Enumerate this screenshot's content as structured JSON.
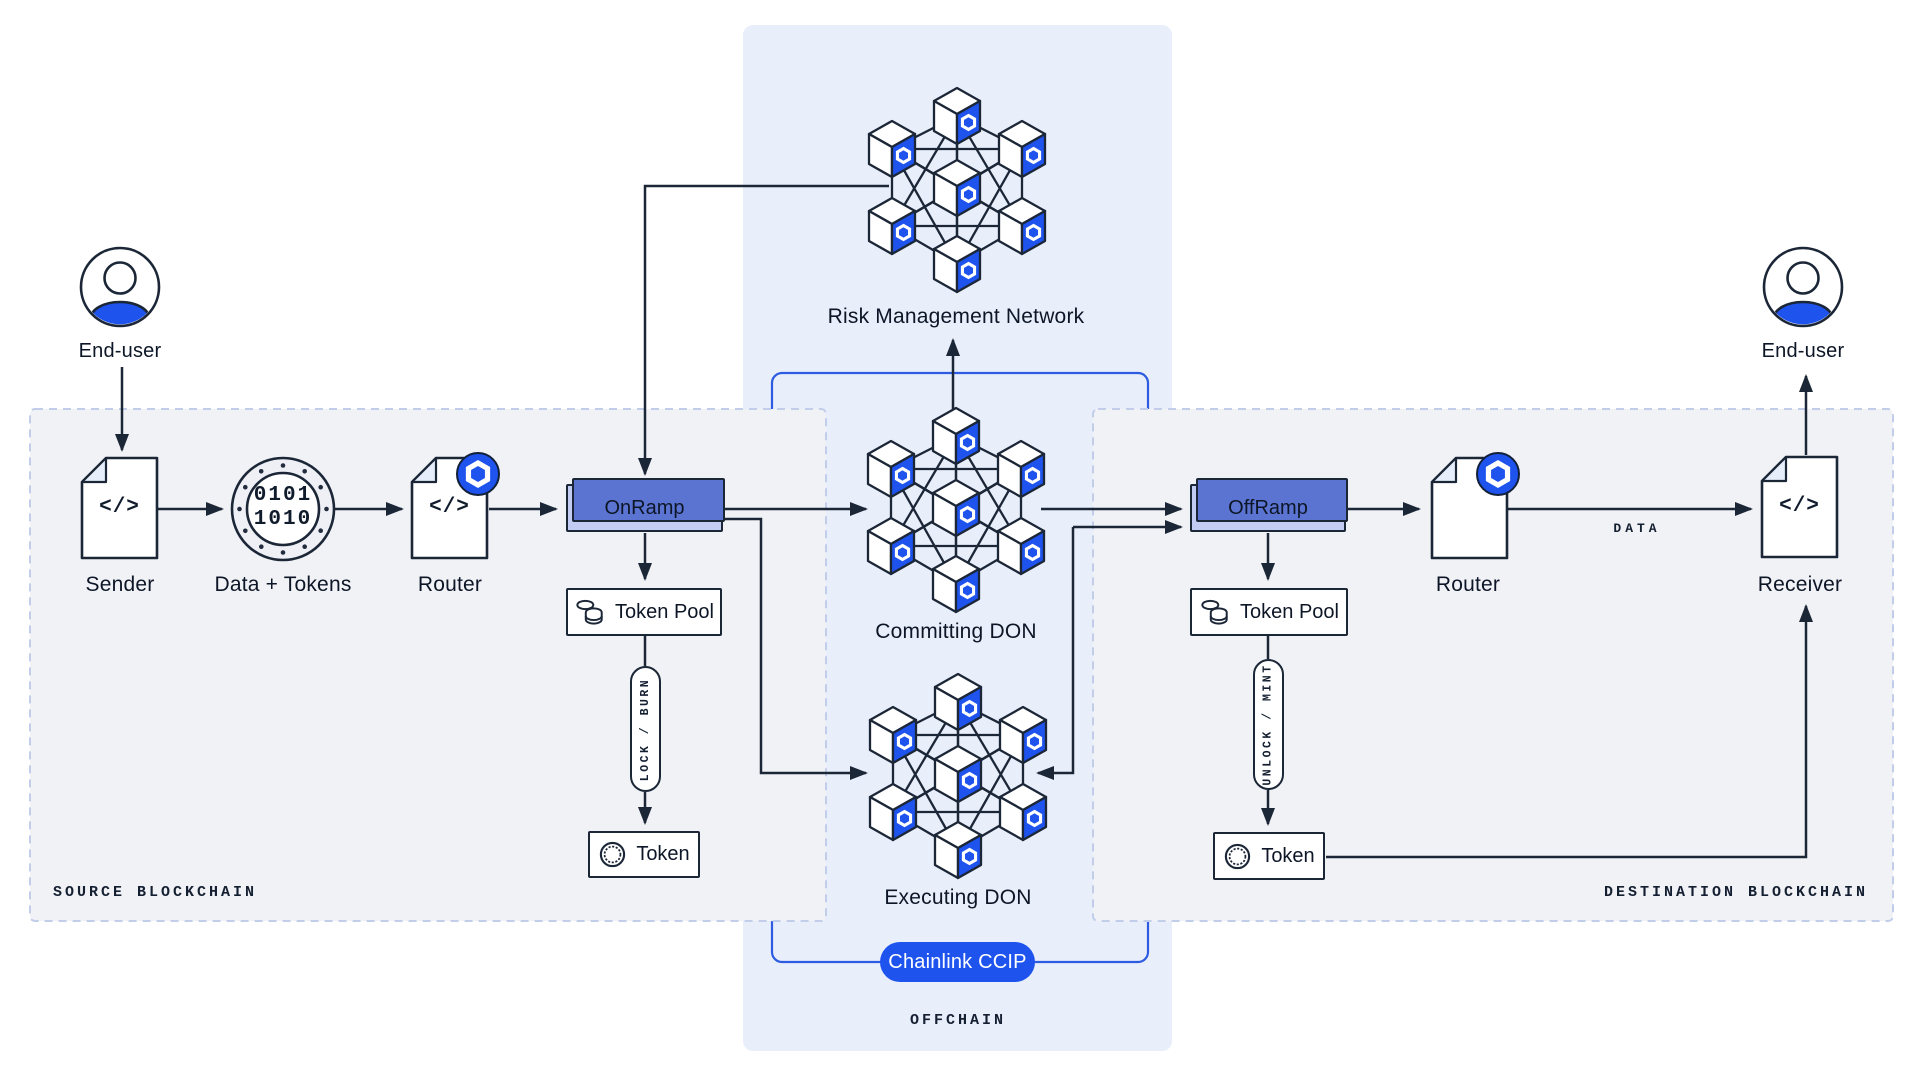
{
  "colors": {
    "line_ink": "#1b2637",
    "text": "#0d1626",
    "brand_blue": "#1e53ee",
    "ramp_fill": "#c3cdf3",
    "ramp_back": "#5b74d2",
    "offchain_panel_fill": "#e9eefb",
    "chain_panel_fill": "#f1f2f6",
    "dashed_border": "#c2cdea",
    "inner_rect_border": "#2d5be2",
    "doc_fold": "#e7eefb"
  },
  "panels": {
    "source": {
      "label": "SOURCE BLOCKCHAIN"
    },
    "destination": {
      "label": "DESTINATION BLOCKCHAIN"
    },
    "offchain": {
      "label": "OFFCHAIN",
      "badge": "Chainlink CCIP"
    }
  },
  "networks": {
    "rmn": {
      "label": "Risk Management Network"
    },
    "committing": {
      "label": "Committing DON"
    },
    "executing": {
      "label": "Executing DON"
    }
  },
  "nodes": {
    "end_user_left": {
      "label": "End-user"
    },
    "sender": {
      "label": "Sender",
      "code": "</>"
    },
    "data_tokens": {
      "label": "Data + Tokens",
      "line1": "0101",
      "line2": "1010"
    },
    "router_left": {
      "label": "Router",
      "code": "</>"
    },
    "onramp": {
      "label": "OnRamp"
    },
    "token_pool_left": {
      "label": "Token Pool"
    },
    "lock_burn": {
      "label": "LOCK / BURN"
    },
    "token_left": {
      "label": "Token"
    },
    "offramp": {
      "label": "OffRamp"
    },
    "token_pool_right": {
      "label": "Token Pool"
    },
    "unlock_mint": {
      "label": "UNLOCK / MINT"
    },
    "token_right": {
      "label": "Token"
    },
    "router_right": {
      "label": "Router"
    },
    "receiver": {
      "label": "Receiver",
      "code": "</>"
    },
    "end_user_right": {
      "label": "End-user"
    }
  },
  "edges": {
    "data_label": "DATA"
  }
}
